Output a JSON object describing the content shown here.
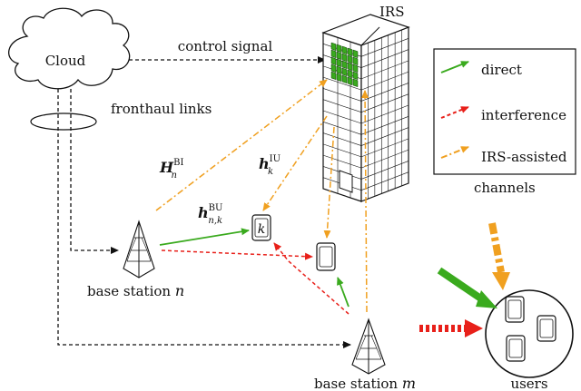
{
  "labels": {
    "cloud": "Cloud",
    "control_signal": "control signal",
    "fronthaul": "fronthaul links",
    "irs": "IRS",
    "bs_n_text": "base station ",
    "bs_n_var": "n",
    "bs_m_text": "base station ",
    "bs_m_var": "m",
    "users": "users",
    "channels": "channels",
    "user_k": "k"
  },
  "math": {
    "H_bi": {
      "base": "H",
      "sub": "n",
      "sup": "BI"
    },
    "h_iu": {
      "base": "h",
      "sub": "k",
      "sup": "IU"
    },
    "h_bu": {
      "base": "h",
      "sub": "n,k",
      "sup": "BU"
    }
  },
  "legend": {
    "items": [
      {
        "label": "direct",
        "color": "#3aaa1e"
      },
      {
        "label": "interference",
        "color": "#e8201a"
      },
      {
        "label": "IRS-assisted",
        "color": "#f0a020"
      }
    ]
  },
  "colors": {
    "direct": "#3aaa1e",
    "interference": "#e8201a",
    "irs_assisted": "#f0a020",
    "control": "#111111",
    "irs_panel": "#3aaa1e"
  }
}
